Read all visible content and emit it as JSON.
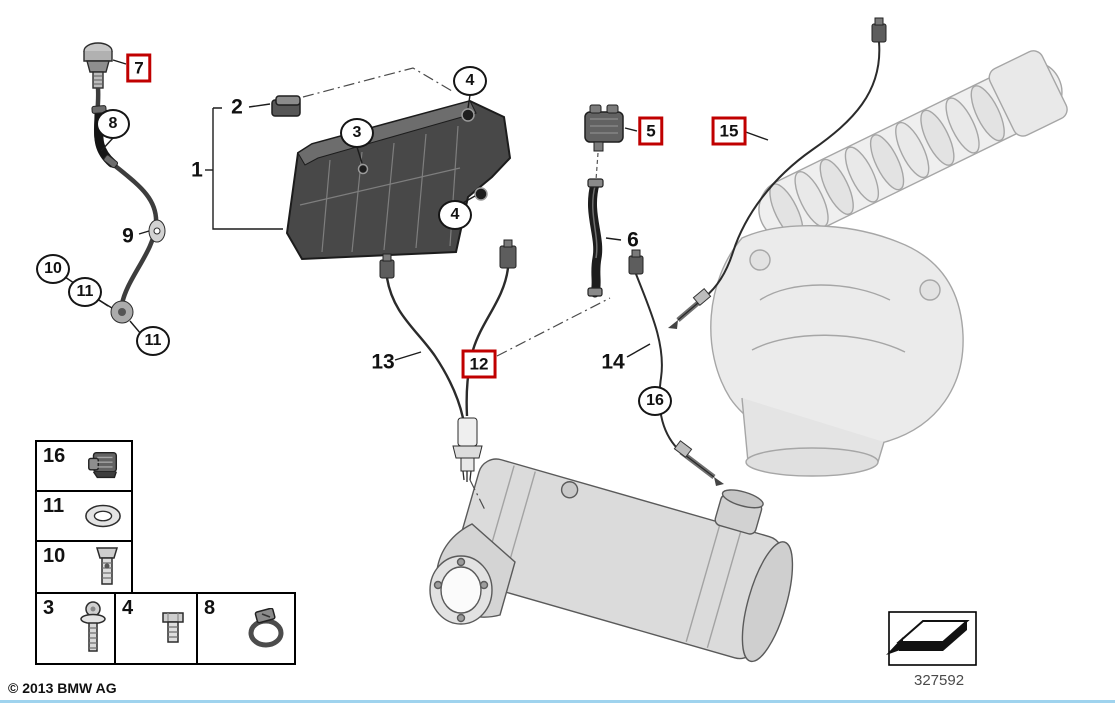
{
  "colors": {
    "highlight_red": "#c00000",
    "line": "#1a1a1a",
    "footer_bar_blue": "#9fd3ee"
  },
  "callouts": [
    {
      "label": "7",
      "style": "boxed"
    },
    {
      "label": "5",
      "style": "boxed"
    },
    {
      "label": "15",
      "style": "boxed"
    },
    {
      "label": "12",
      "style": "boxed"
    },
    {
      "label": "8",
      "style": "circled"
    },
    {
      "label": "3",
      "style": "circled"
    },
    {
      "label": "4",
      "style": "circled"
    },
    {
      "label": "4",
      "style": "circled"
    },
    {
      "label": "10",
      "style": "circled"
    },
    {
      "label": "11",
      "style": "circled"
    },
    {
      "label": "11",
      "style": "circled"
    },
    {
      "label": "16",
      "style": "circled"
    },
    {
      "label": "2",
      "style": "plain"
    },
    {
      "label": "1",
      "style": "plain"
    },
    {
      "label": "9",
      "style": "plain"
    },
    {
      "label": "6",
      "style": "plain"
    },
    {
      "label": "13",
      "style": "plain"
    },
    {
      "label": "14",
      "style": "plain"
    }
  ],
  "legend": {
    "column": [
      {
        "label": "16",
        "icon": "clip-icon"
      },
      {
        "label": "11",
        "icon": "washer-icon"
      },
      {
        "label": "10",
        "icon": "hollow-bolt-icon"
      }
    ],
    "row": [
      {
        "label": "3",
        "icon": "screw-icon"
      },
      {
        "label": "4",
        "icon": "hex-bolt-icon"
      },
      {
        "label": "8",
        "icon": "hose-clamp-icon"
      }
    ]
  },
  "footer": {
    "copyright": "© 2013 BMW AG",
    "diagram_number": "327592"
  }
}
